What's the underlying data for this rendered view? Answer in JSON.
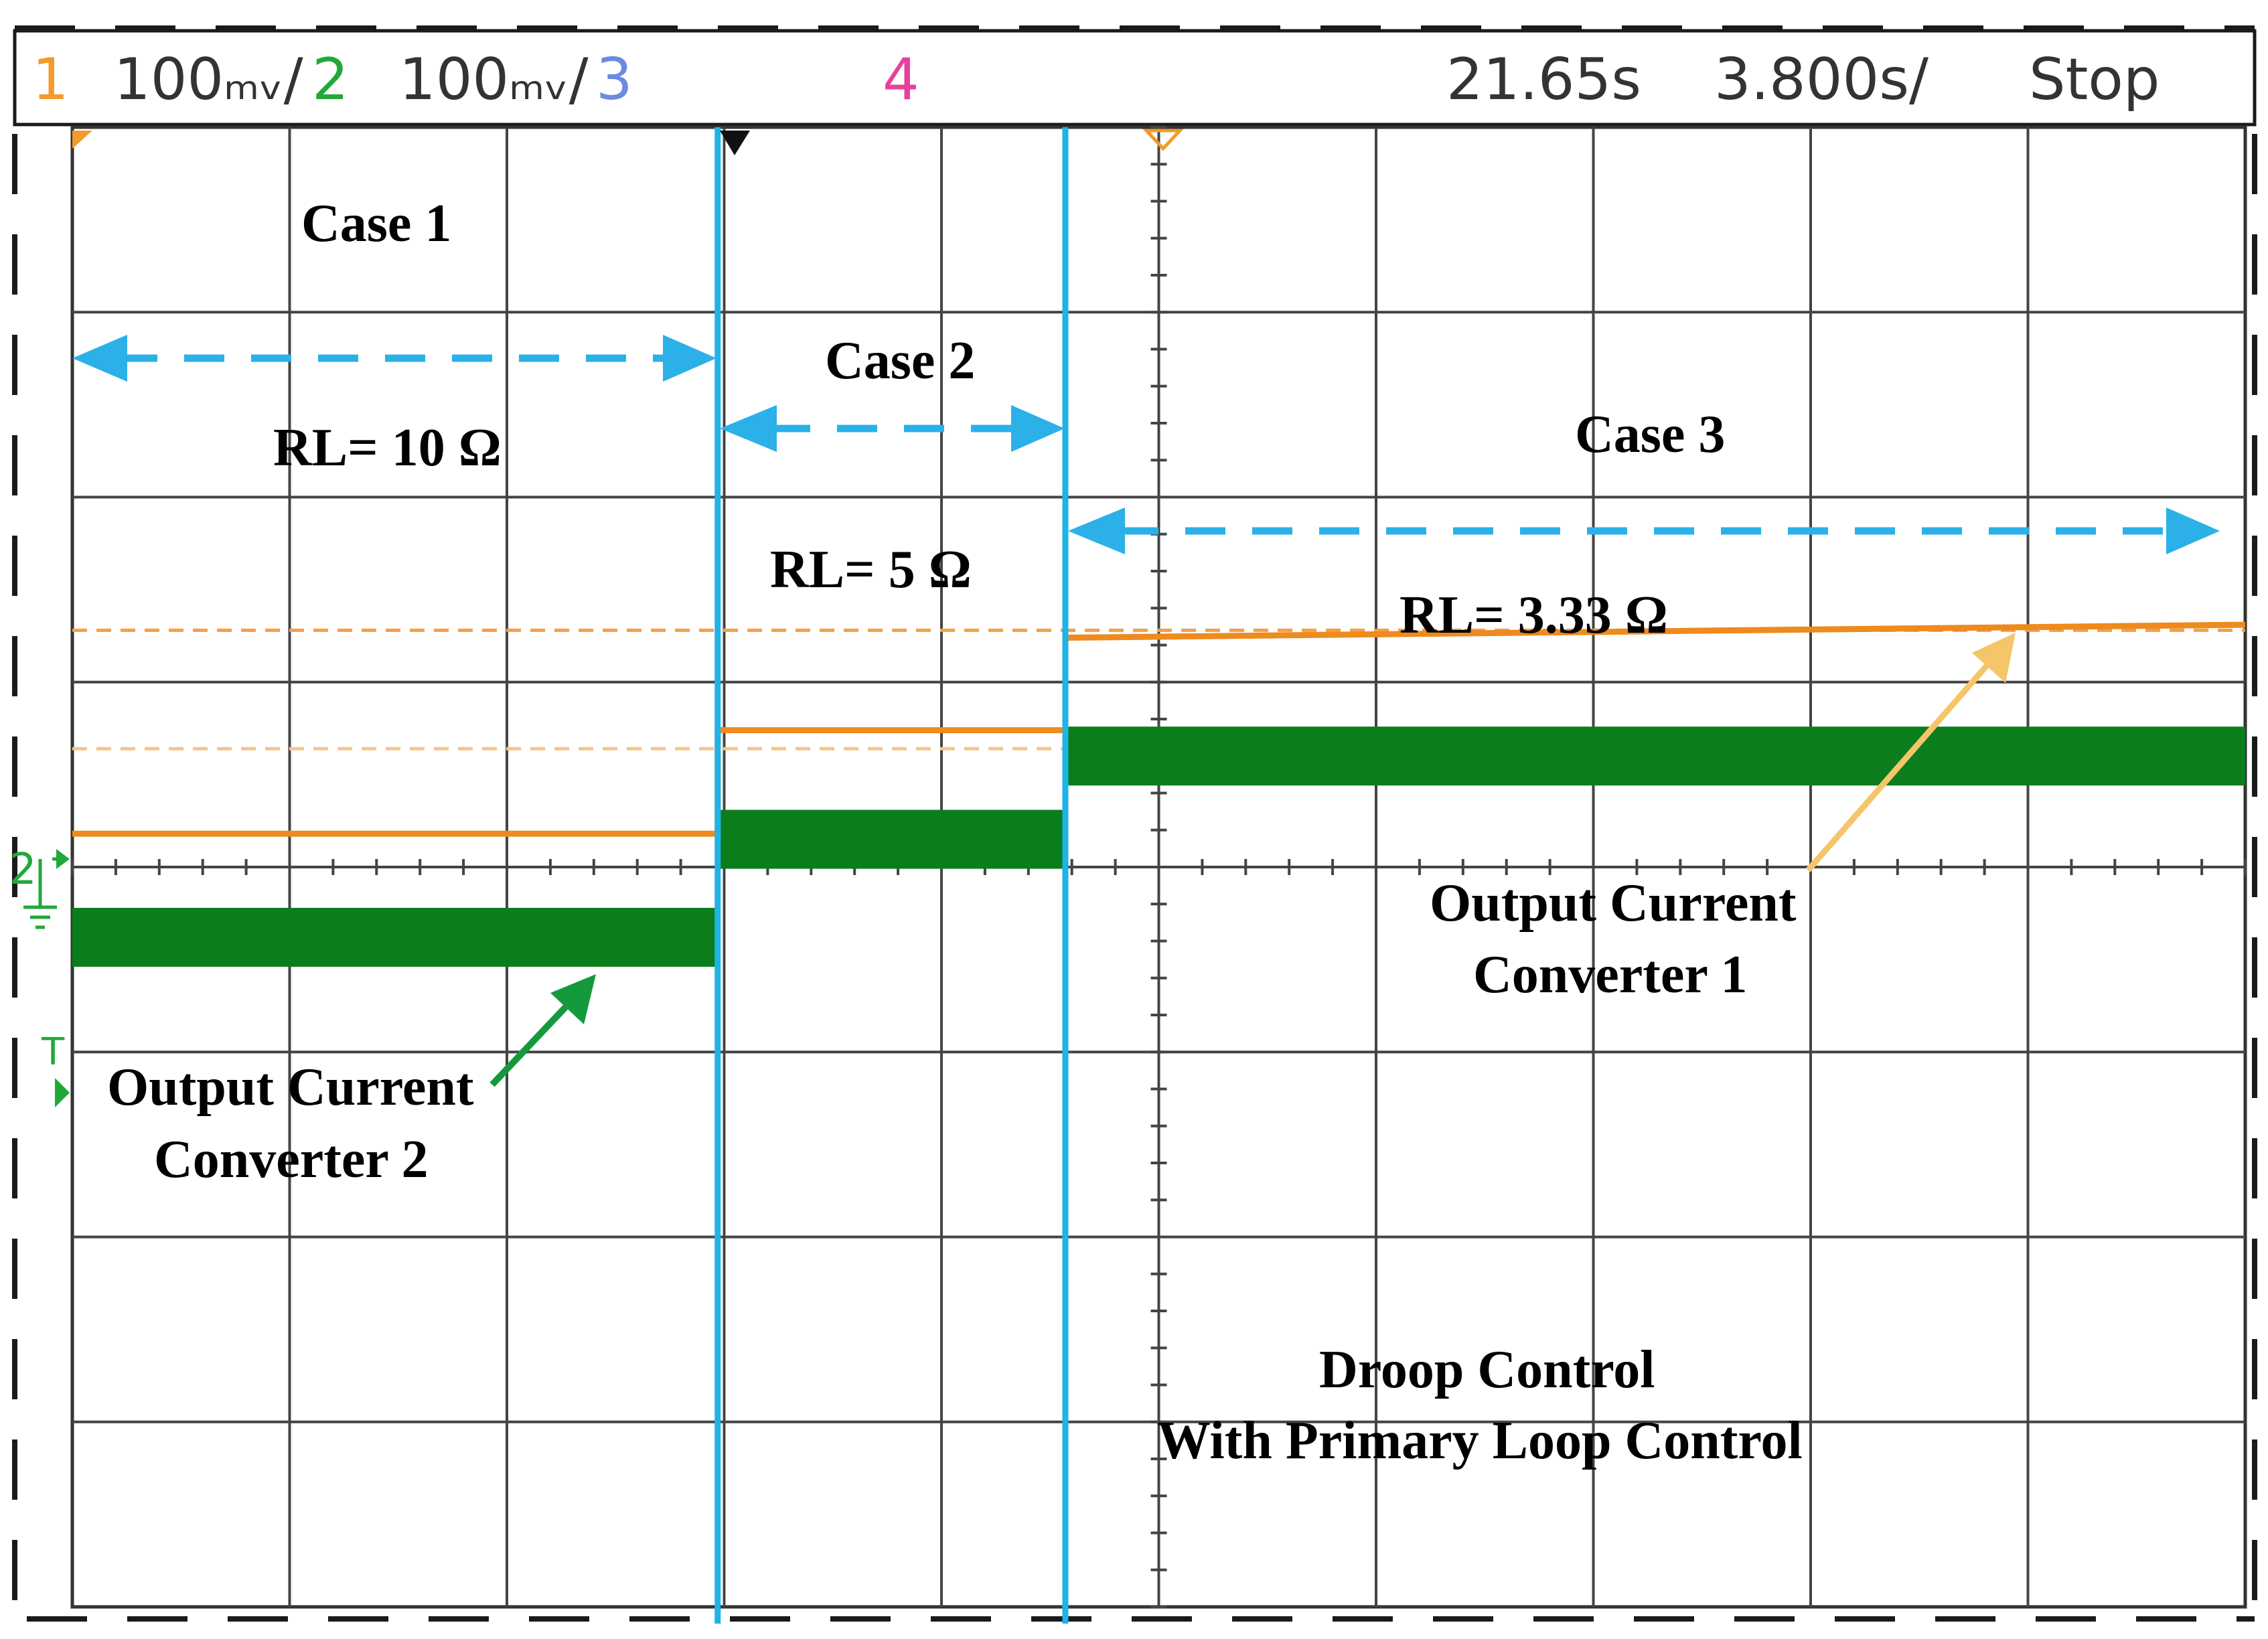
{
  "header": {
    "ch1_num": "1",
    "ch1_scale": "100ₘᵥ/",
    "ch2_num": "2",
    "ch2_scale": "100ₘᵥ/",
    "ch3_num": "3",
    "ch4_num": "4",
    "trigger_time": "21.65s",
    "timebase": "3.800s/",
    "run_state": "Stop"
  },
  "annotations": {
    "case1": "Case 1",
    "case2": "Case 2",
    "case3": "Case 3",
    "rl1": "RL= 10 Ω",
    "rl2": "RL= 5 Ω",
    "rl3": "RL= 3.33 Ω",
    "conv1_line1": "Output Current",
    "conv1_line2": "Converter 1",
    "conv2_line1": "Output Current",
    "conv2_line2": "Converter 2",
    "control_line1": "Droop Control",
    "control_line2": "With Primary Loop Control",
    "ground_marker": "2",
    "trigger_marker": "T"
  },
  "colors": {
    "ch1": "#f39a2c",
    "ch2": "#22a83a",
    "ch3": "#6b8be0",
    "ch4": "#e8409a",
    "trace1": "#ee8a1e",
    "trace2": "#0b7d1c",
    "cursor": "#1fb3e6",
    "arrow": "#2bb0e8",
    "conv1_arrow": "#f5c56a",
    "conv2_arrow": "#149a3c"
  },
  "chart_data": {
    "type": "line",
    "x_unit": "div",
    "y_unit": "div",
    "xlim": [
      0,
      10
    ],
    "ylim": [
      -4,
      4
    ],
    "grid": true,
    "cursors_x": [
      2.97,
      4.57
    ],
    "series": [
      {
        "name": "Output Current Converter 1",
        "x": [
          0,
          2.97,
          2.97,
          4.57,
          4.57,
          10
        ],
        "values": [
          0.18,
          0.18,
          0.74,
          0.74,
          1.24,
          1.31
        ]
      },
      {
        "name": "Output Current Converter 2",
        "x": [
          0,
          2.97,
          2.97,
          4.57,
          4.57,
          10
        ],
        "values": [
          -0.38,
          -0.38,
          0.15,
          0.15,
          0.6,
          0.6
        ]
      }
    ],
    "reference_levels": [
      1.28,
      0.64
    ]
  }
}
